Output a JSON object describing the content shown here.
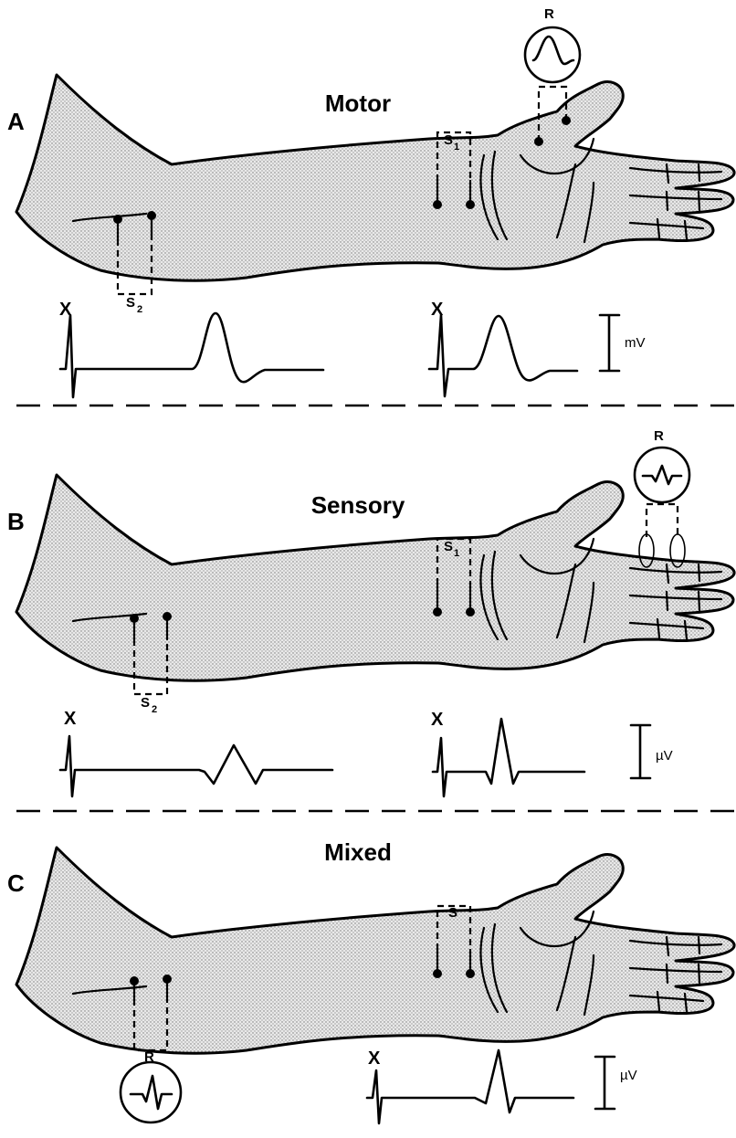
{
  "panels": [
    {
      "letter": "A",
      "title": "Motor",
      "recording_label": "R",
      "stim_proximal": {
        "label": "S",
        "sub": "2"
      },
      "stim_distal": {
        "label": "S",
        "sub": "1"
      },
      "stim_artifact_label": "X",
      "scale_unit": "mV"
    },
    {
      "letter": "B",
      "title": "Sensory",
      "recording_label": "R",
      "stim_proximal": {
        "label": "S",
        "sub": "2"
      },
      "stim_distal": {
        "label": "S",
        "sub": "1"
      },
      "stim_artifact_label": "X",
      "scale_unit": "µV"
    },
    {
      "letter": "C",
      "title": "Mixed",
      "recording_label": "R",
      "stim_distal": {
        "label": "S",
        "sub": ""
      },
      "stim_artifact_label": "X",
      "scale_unit": "µV"
    }
  ]
}
